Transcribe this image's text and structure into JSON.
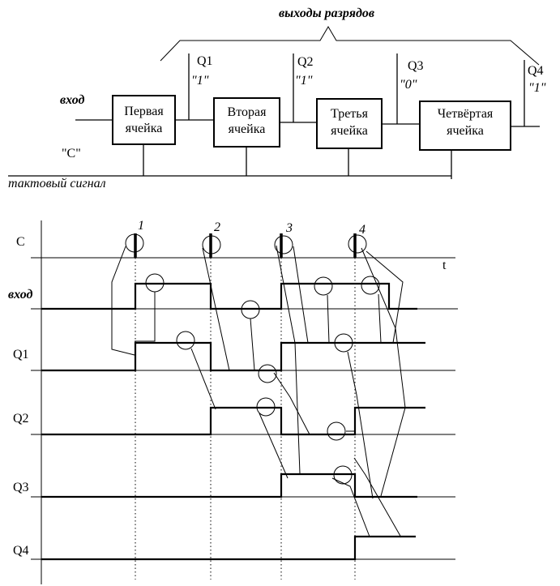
{
  "header": {
    "outputs_label": "выходы разрядов"
  },
  "inputs": {
    "input_label": "вход",
    "clock_label": "\"C\"",
    "clock_signal_label": "тактовый сигнал"
  },
  "cells": [
    {
      "line1": "Первая",
      "line2": "ячейка"
    },
    {
      "line1": "Вторая",
      "line2": "ячейка"
    },
    {
      "line1": "Третья",
      "line2": "ячейка"
    },
    {
      "line1": "Четвёртая",
      "line2": "ячейка"
    }
  ],
  "outputs": [
    {
      "name": "Q1",
      "value": "\"1\""
    },
    {
      "name": "Q2",
      "value": "\"1\""
    },
    {
      "name": "Q3",
      "value": "\"0\""
    },
    {
      "name": "Q4",
      "value": "\"1\""
    }
  ],
  "timing": {
    "row_labels": [
      "C",
      "вход",
      "Q1",
      "Q2",
      "Q3",
      "Q4"
    ],
    "time_label": "t",
    "clock_numbers": [
      "1",
      "2",
      "3",
      "4"
    ]
  }
}
